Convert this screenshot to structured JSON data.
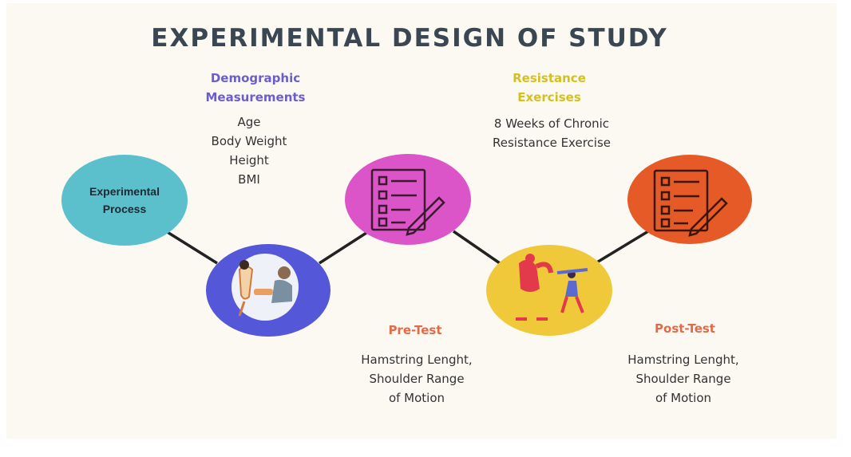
{
  "title": "EXPERIMENTAL DESIGN OF STUDY",
  "colors": {
    "background": "#fbf9f2",
    "teal": "#5bc0cc",
    "indigo": "#5557d9",
    "magenta": "#dc55c8",
    "yellow": "#f0c93a",
    "orange": "#e65a28",
    "connector": "#222222",
    "title": "#3a4753",
    "demographic_heading": "#6a5ecf",
    "resistance_heading": "#d4c021",
    "test_heading": "#e06a4a"
  },
  "experimental_process": {
    "label_line1": "Experimental",
    "label_line2": "Process"
  },
  "demographic": {
    "heading_line1": "Demographic",
    "heading_line2": "Measurements",
    "items": [
      "Age",
      "Body Weight",
      "Height",
      "BMI"
    ]
  },
  "resistance": {
    "heading_line1": "Resistance",
    "heading_line2": "Exercises",
    "items": [
      "8 Weeks of Chronic",
      "Resistance Exercise"
    ]
  },
  "pre_test": {
    "heading": "Pre-Test",
    "items": [
      "Hamstring Lenght,",
      "Shoulder Range",
      "of Motion"
    ]
  },
  "post_test": {
    "heading": "Post-Test",
    "items": [
      "Hamstring Lenght,",
      "Shoulder Range",
      "of Motion"
    ]
  },
  "icons": {
    "measurement": "measurement-illustration-icon",
    "checklist_pre": "checklist-icon",
    "exercise": "exercise-illustration-icon",
    "checklist_post": "checklist-icon"
  }
}
